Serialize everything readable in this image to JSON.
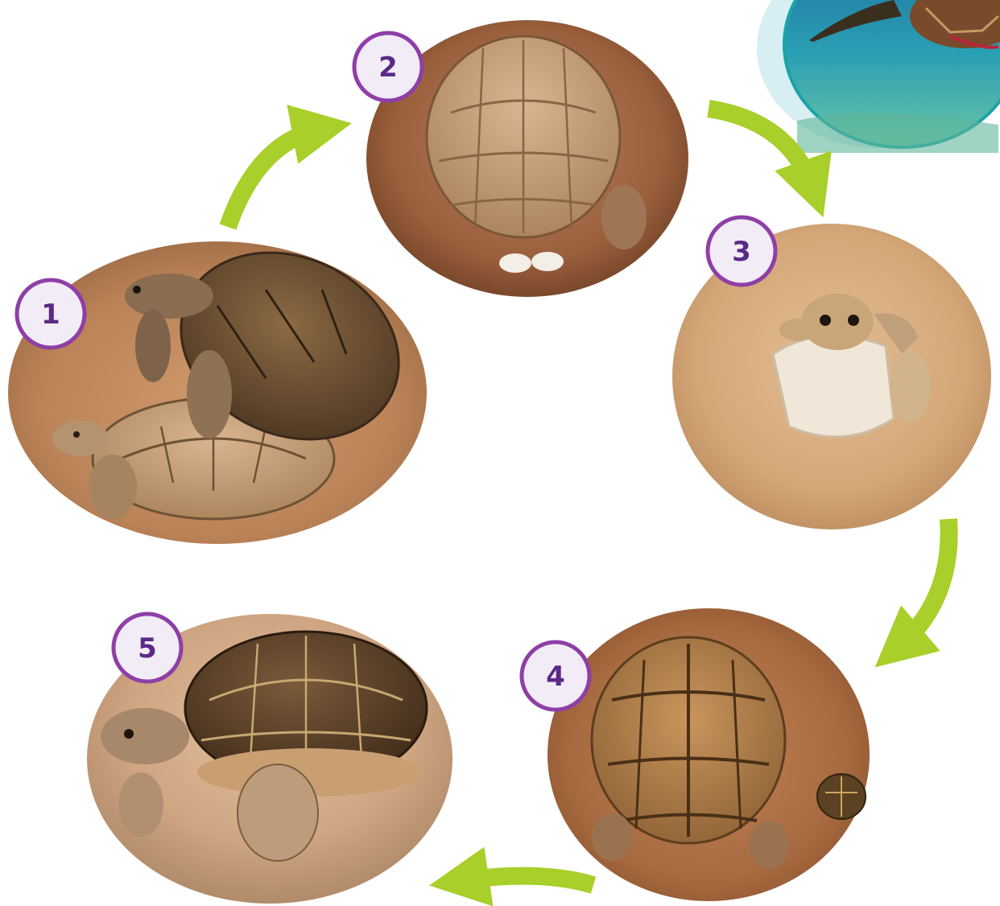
{
  "stages": [
    {
      "number": "1",
      "photo_icon": "two-tortoises-mating-photo"
    },
    {
      "number": "2",
      "photo_icon": "tortoise-laying-eggs-photo"
    },
    {
      "number": "3",
      "photo_icon": "tortoise-hatching-from-egg-photo"
    },
    {
      "number": "4",
      "photo_icon": "adult-and-juvenile-tortoise-photo"
    },
    {
      "number": "5",
      "photo_icon": "adult-tortoise-photo"
    }
  ],
  "inset_icon": "sea-turtle-swimming-photo",
  "arrows_icon": "curved-cycle-arrow-icon",
  "colors": {
    "arrow": "#a8cf2a",
    "badge_border": "#8e3fa6",
    "badge_text": "#5b2a86",
    "inset_border": "#1aa4a8",
    "inset_shadow": "#d7eef2"
  }
}
